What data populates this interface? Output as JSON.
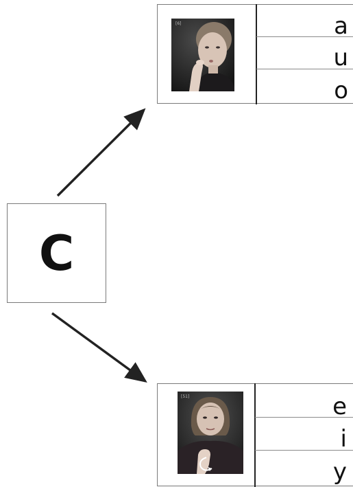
{
  "center": {
    "letter": "C"
  },
  "top_group": {
    "photo_tag": "[6]",
    "letters": [
      "a",
      "u",
      "o"
    ]
  },
  "bottom_group": {
    "photo_tag": "[51]",
    "letters": [
      "e",
      "i",
      "y"
    ]
  },
  "colors": {
    "stroke": "#222222",
    "border": "#7a7a7a",
    "photo_bg": "#2a2a2a"
  }
}
